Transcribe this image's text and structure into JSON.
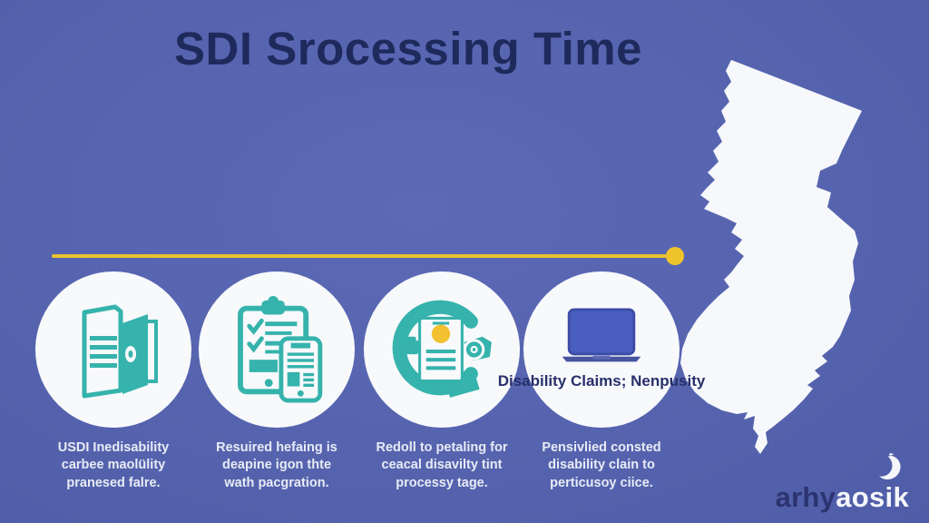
{
  "title": "SDI Srocessing Time",
  "colors": {
    "background": "#5664AF",
    "title_text": "#1E2A5C",
    "accent_teal": "#35B3AC",
    "timeline_gold": "#E9C32E",
    "circle_fill": "#F8F9FB",
    "caption_text": "#E8EBF5",
    "laptop_blue": "#4A5EC0",
    "seal_yellow": "#F1C12F",
    "map_fill": "#F7F8FB",
    "logo_dark": "#2B3470",
    "logo_light": "#F6F7FB"
  },
  "icons": {
    "step1": "open-document-icon",
    "step2": "clipboard-checklist-phone-icon",
    "step3": "document-seal-review-icon",
    "step4": "laptop-icon",
    "map": "new-jersey-silhouette",
    "logo_mark": "crescent-icon"
  },
  "steps": [
    {
      "caption_lines": [
        "USDI Inedisability",
        "carbee maolülity",
        "pranesed falre."
      ]
    },
    {
      "caption_lines": [
        "Resuired hefaing is",
        "deapine igon thte",
        "wath pacgration."
      ]
    },
    {
      "caption_lines": [
        "Redoll to petaling for",
        "ceacal disavilty tint",
        "processy tage."
      ]
    },
    {
      "inner_lines": [
        "Disability Claims;",
        "Nenpusity"
      ],
      "caption_lines": [
        "Pensivlied consted",
        "disability clain to",
        "perticusoy ciice."
      ]
    }
  ],
  "logo": {
    "dark": "arhy",
    "light": "aosik"
  }
}
